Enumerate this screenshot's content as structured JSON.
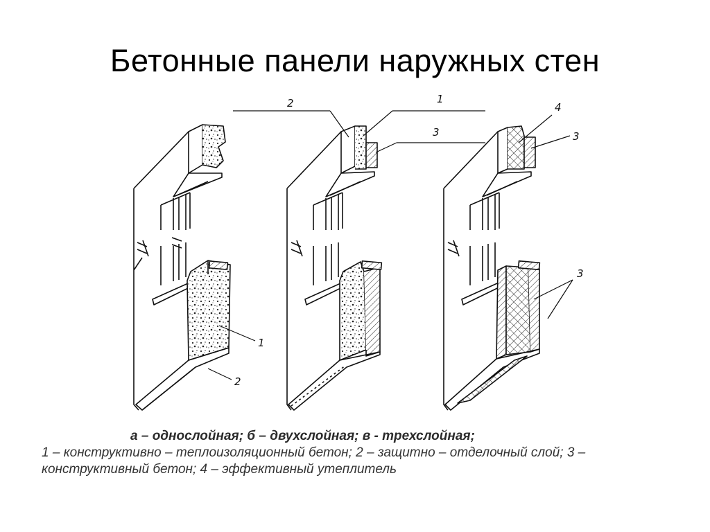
{
  "slide": {
    "title": "Бетонные панели наружных стен"
  },
  "caption": {
    "variants": "а – однослойная; б – двухслойная; в - трехслойная;",
    "legend": "1 – конструктивно – теплоизоляционный  бетон; 2 – защитно – отделочный слой; 3 – конструктивный бетон; 4 – эффективный утеплитель"
  },
  "callouts": {
    "panel_a": {
      "bottom_1": "1",
      "bottom_2": "2"
    },
    "panel_b": {
      "top_2": "2",
      "top_1": "1",
      "top_3": "3"
    },
    "panel_c": {
      "top_4": "4",
      "top_3": "3",
      "bottom_3": "3"
    }
  },
  "colors": {
    "ink": "#111111",
    "caption_text": "#2b2b2b",
    "background": "#ffffff"
  }
}
